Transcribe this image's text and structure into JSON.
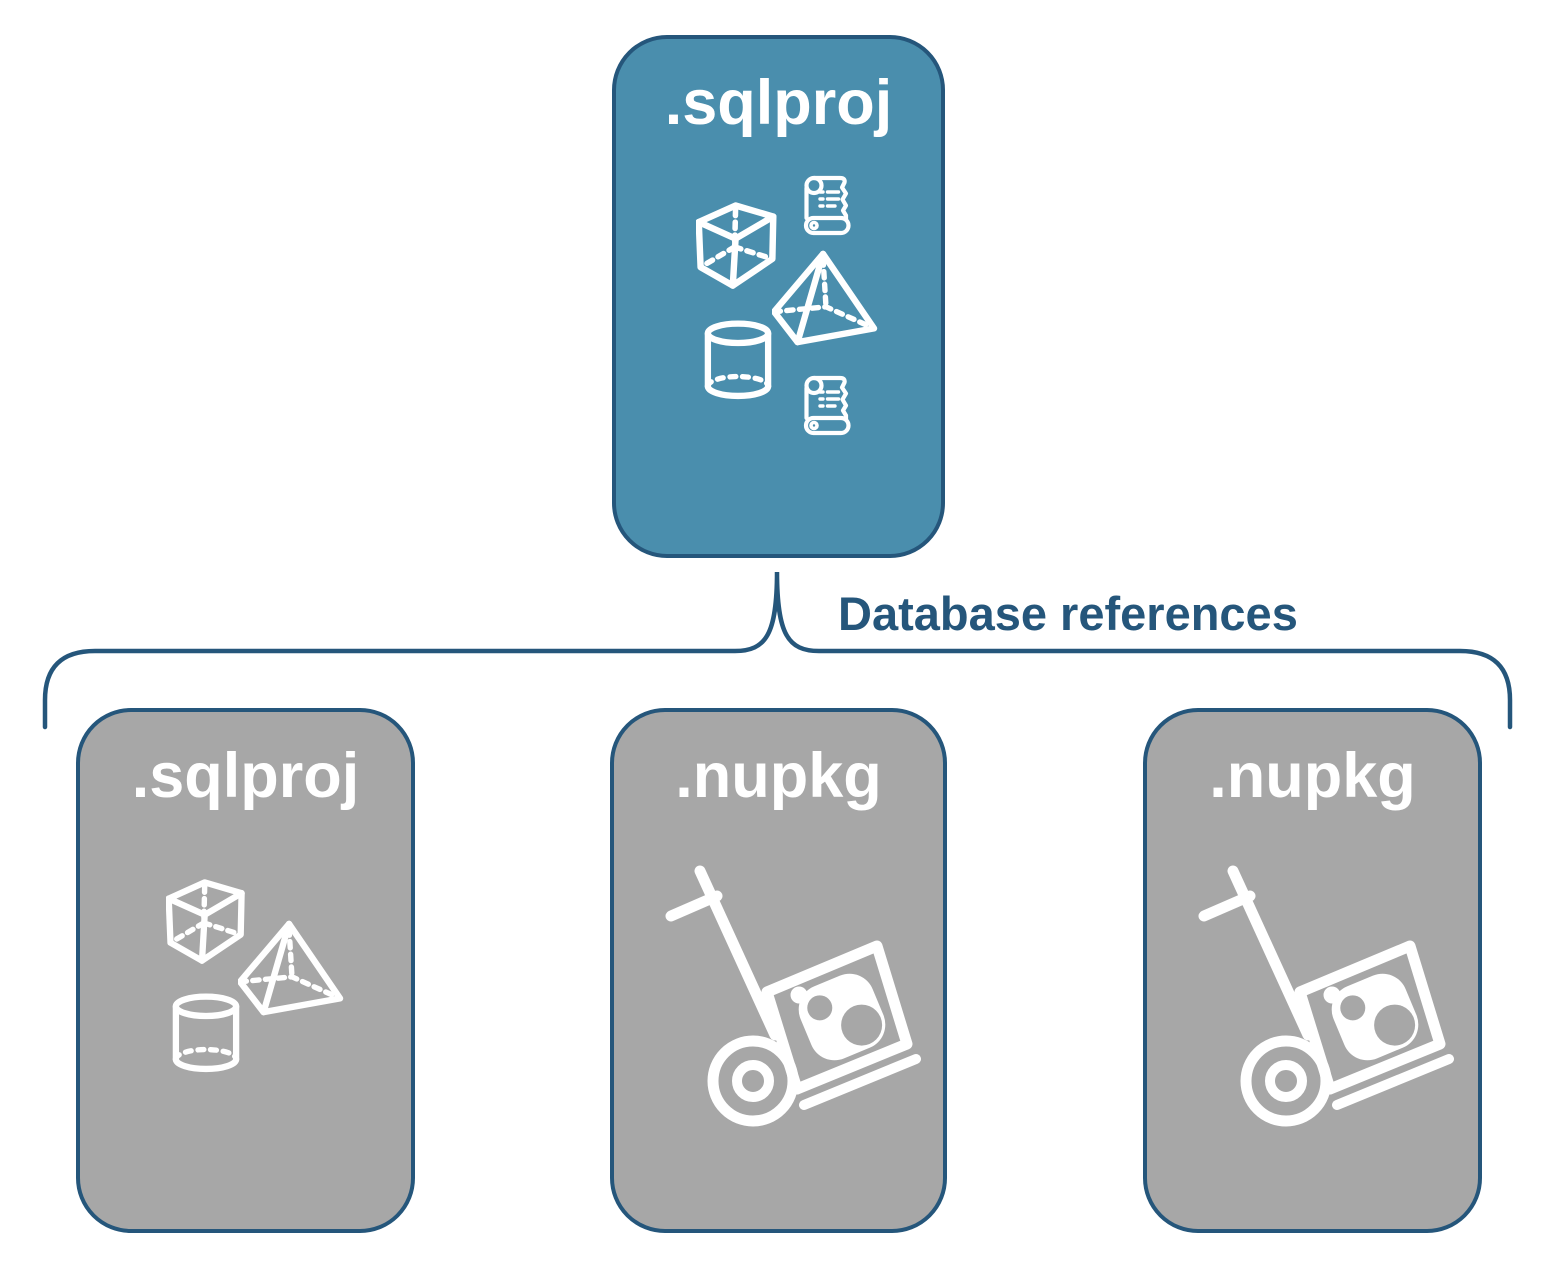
{
  "diagram": {
    "connector_label": "Database references",
    "root": {
      "label": ".sqlproj",
      "icons": [
        "cube",
        "script-scroll",
        "pyramid",
        "cylinder",
        "script-scroll"
      ]
    },
    "children": [
      {
        "label": ".sqlproj",
        "icons": [
          "cube",
          "pyramid",
          "cylinder"
        ]
      },
      {
        "label": ".nupkg",
        "icons": [
          "package-dolly"
        ]
      },
      {
        "label": ".nupkg",
        "icons": [
          "package-dolly"
        ]
      }
    ],
    "colors": {
      "root_fill": "#4A8EAD",
      "child_fill": "#A7A7A7",
      "line": "#25567B",
      "icon_stroke": "#FFFFFF",
      "title_color": "#FFFFFF",
      "background": "#FFFFFF"
    }
  }
}
